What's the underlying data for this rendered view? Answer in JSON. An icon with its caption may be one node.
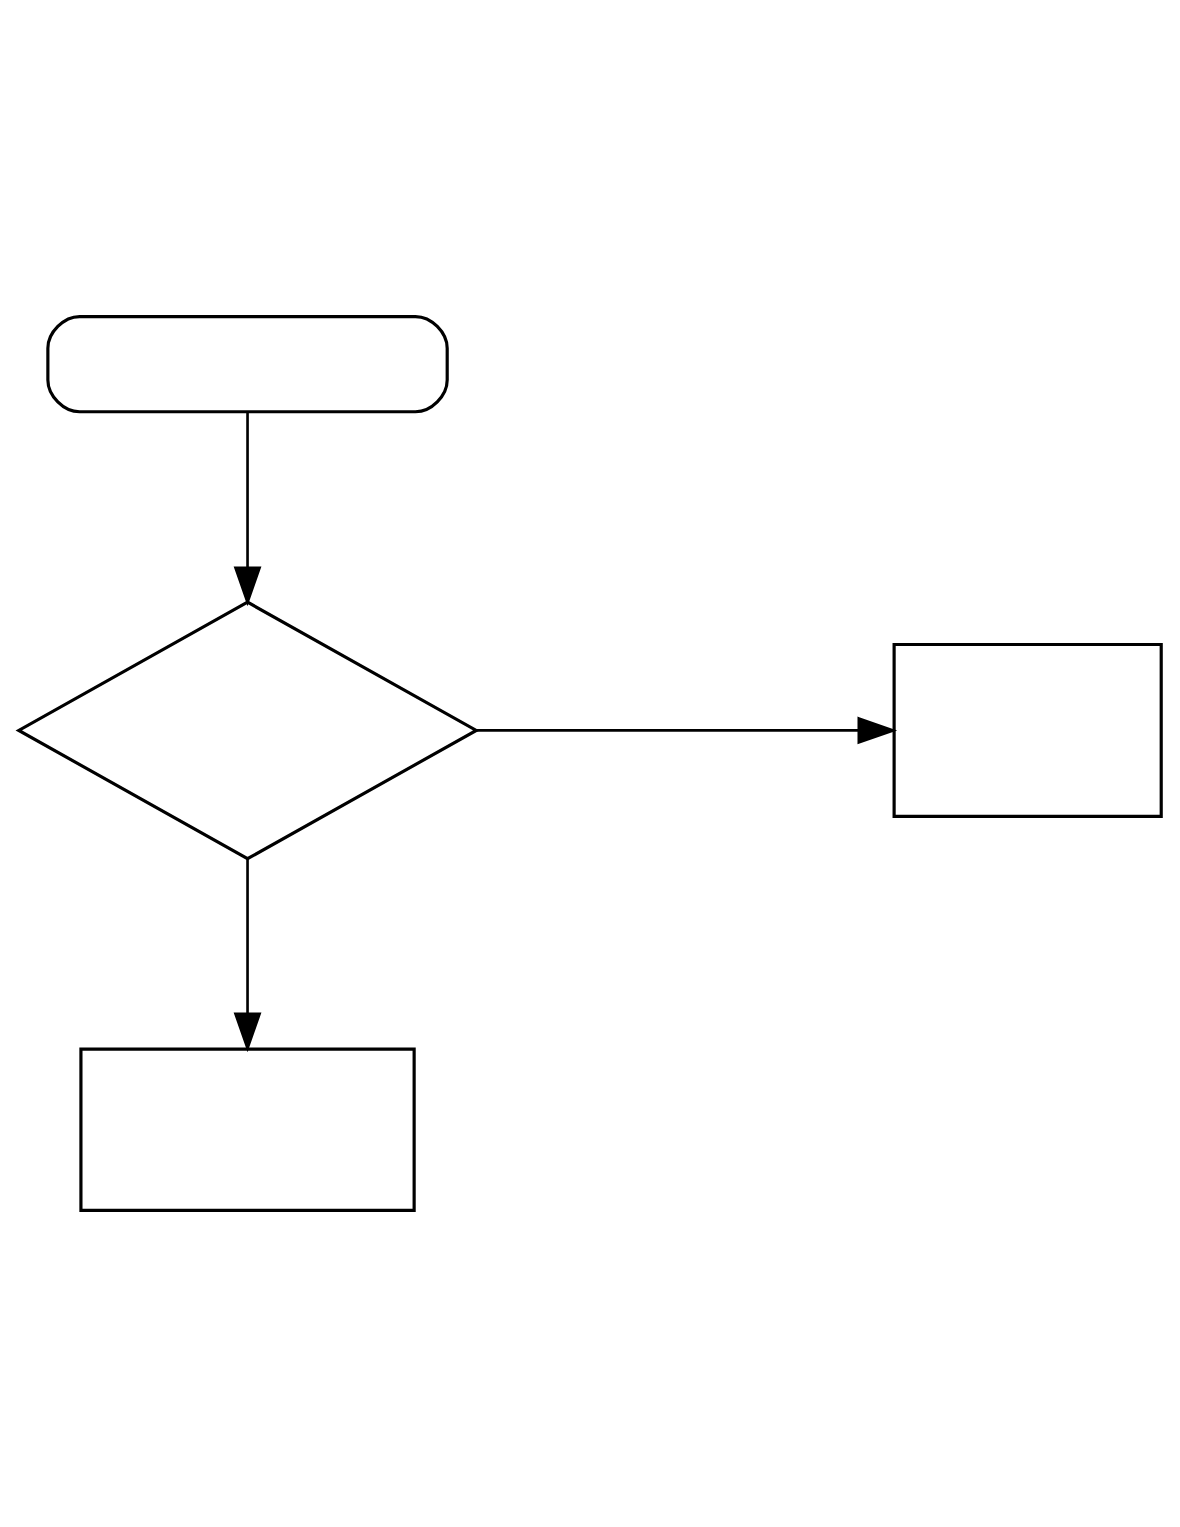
{
  "diagram": {
    "nodes": [
      {
        "text": [],
        "shape": "box"
      },
      {
        "text": [],
        "shape": "diamond"
      },
      {
        "text": [],
        "shape": "box"
      },
      {
        "text": [],
        "shape": "box"
      }
    ],
    "edges": [
      {
        "from": 0,
        "to": 1,
        "arrow": "to"
      },
      {
        "from": 1,
        "to": 2,
        "arrow": "to"
      },
      {
        "from": 1,
        "to": 3,
        "arrow": "to"
      }
    ]
  }
}
